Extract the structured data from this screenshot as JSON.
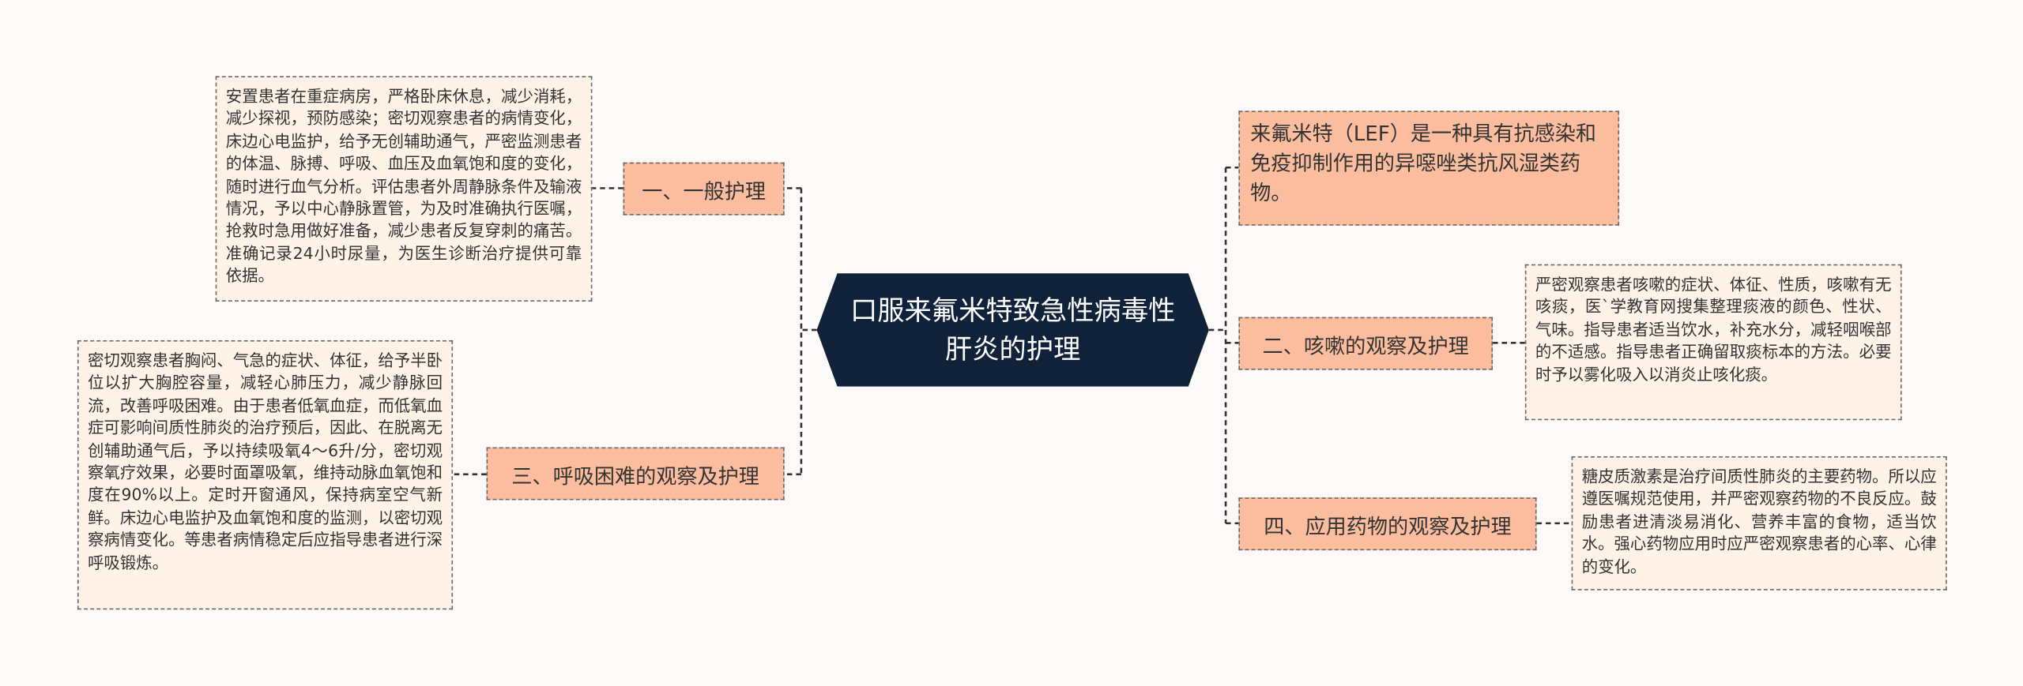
{
  "title": "口服来氟米特致急性病毒性肝炎的护理",
  "info_node": "来氟米特（LEF）是一种具有抗感染和免疫抑制作用的异噁唑类抗风湿类药物。",
  "branches": [
    {
      "label": "一、一般护理",
      "detail": "安置患者在重症病房，严格卧床休息，减少消耗，减少探视，预防感染；密切观察患者的病情变化，床边心电监护，给予无创辅助通气，严密监测患者的体温、脉搏、呼吸、血压及血氧饱和度的变化，随时进行血气分析。评估患者外周静脉条件及输液情况，予以中心静脉置管，为及时准确执行医嘱，抢救时急用做好准备，减少患者反复穿刺的痛苦。准确记录24小时尿量，为医生诊断治疗提供可靠依据。"
    },
    {
      "label": "二、咳嗽的观察及护理",
      "detail": "严密观察患者咳嗽的症状、体征、性质，咳嗽有无咳痰，医`学教育网搜集整理痰液的颜色、性状、气味。指导患者适当饮水，补充水分，减轻咽喉部的不适感。指导患者正确留取痰标本的方法。必要时予以雾化吸入以消炎止咳化痰。"
    },
    {
      "label": "三、呼吸困难的观察及护理",
      "detail": "密切观察患者胸闷、气急的症状、体征，给予半卧位以扩大胸腔容量，减轻心肺压力，减少静脉回流，改善呼吸困难。由于患者低氧血症，而低氧血症可影响间质性肺炎的治疗预后，因此、在脱离无创辅助通气后，予以持续吸氧4～6升/分，密切观察氧疗效果，必要时面罩吸氧，维持动脉血氧饱和度在90%以上。定时开窗通风，保持病室空气新鲜。床边心电监护及血氧饱和度的监测，以密切观察病情变化。等患者病情稳定后应指导患者进行深呼吸锻炼。"
    },
    {
      "label": "四、应用药物的观察及护理",
      "detail": "糖皮质激素是治疗间质性肺炎的主要药物。所以应遵医嘱规范使用，并严密观察药物的不良反应。鼓励患者进清淡易消化、营养丰富的食物，适当饮水。强心药物应用时应严密观察患者的心率、心律的变化。"
    }
  ],
  "colors": {
    "background": "#fffafa",
    "center_fill": "#10223a",
    "branch_fill": "#fbbd9d",
    "leaf_fill": "#fff3e7",
    "connector": "#333333"
  }
}
